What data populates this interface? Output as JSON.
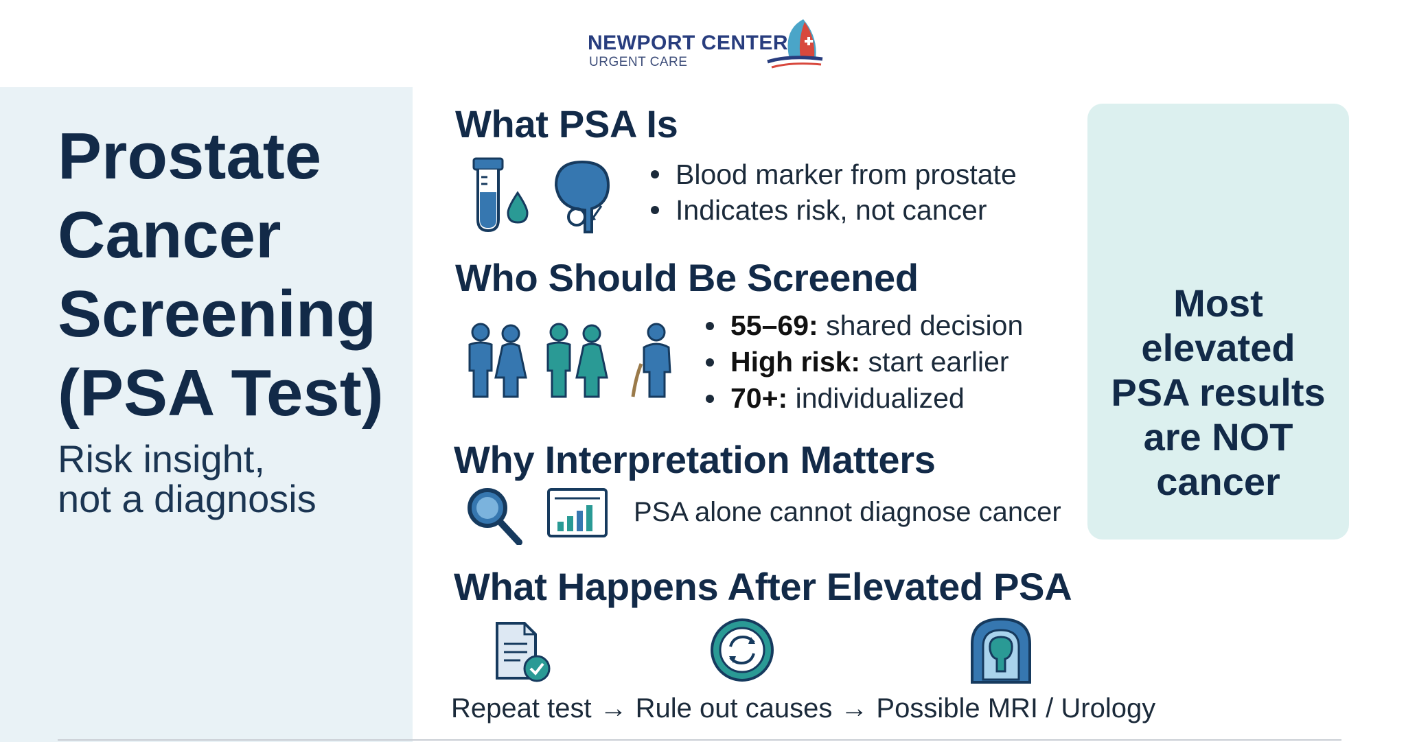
{
  "logo": {
    "title": "NEWPORT CENTER",
    "subtitle": "URGENT CARE"
  },
  "title": {
    "lines": [
      "Prostate",
      "Cancer",
      "Screening",
      "(PSA Test)"
    ]
  },
  "subtitle": {
    "lines": [
      "Risk insight,",
      "not a diagnosis"
    ]
  },
  "sections": {
    "what": {
      "heading": "What PSA Is",
      "bullets": [
        "Blood marker from prostate",
        "Indicates risk, not cancer"
      ]
    },
    "who": {
      "heading": "Who Should Be Screened",
      "bullets": [
        {
          "bold": "55–69:",
          "text": " shared decision"
        },
        {
          "bold": "High risk:",
          "text": " start earlier"
        },
        {
          "bold": "70+:",
          "text": " individualized"
        }
      ]
    },
    "why": {
      "heading": "Why Interpretation Matters",
      "text": "PSA alone cannot diagnose cancer"
    },
    "after": {
      "heading": "What Happens After Elevated PSA",
      "steps": [
        "Repeat test",
        "Rule out causes",
        "Possible MRI / Urology"
      ],
      "arrow": "→"
    }
  },
  "callout": {
    "lines": [
      "Most",
      "elevated",
      "PSA results",
      "are NOT",
      "cancer"
    ]
  },
  "icons": {
    "logo": "sail-wave-logo-icon",
    "what": [
      "test-tube-icon",
      "blood-drop-icon",
      "prostate-icon"
    ],
    "who": [
      "couple-icon",
      "couple-icon",
      "elderly-person-icon"
    ],
    "why": [
      "magnifier-icon",
      "bar-chart-icon"
    ],
    "after": [
      "document-check-icon",
      "refresh-cycle-icon",
      "mri-scanner-icon"
    ]
  },
  "colors": {
    "navy": "#122a48",
    "teal": "#2a8f8a",
    "blue": "#3677b0",
    "panel": "#e9f2f6",
    "callout": "#dcf0ef"
  }
}
